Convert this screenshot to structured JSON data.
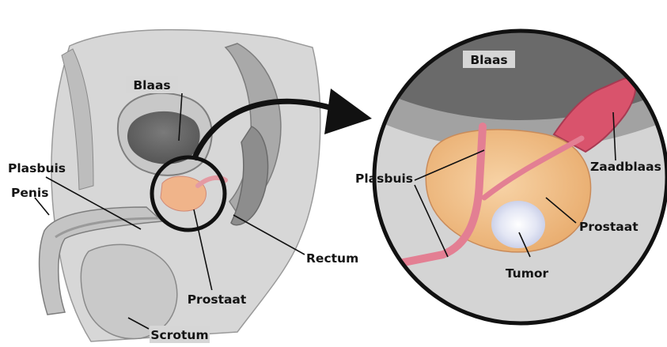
{
  "overview": {
    "labels": {
      "blaas": "Blaas",
      "plasbuis": "Plasbuis",
      "penis": "Penis",
      "rectum": "Rectum",
      "prostaat": "Prostaat",
      "scrotum": "Scrotum"
    }
  },
  "detail": {
    "labels": {
      "blaas": "Blaas",
      "plasbuis": "Plasbuis",
      "zaadblaas": "Zaadblaas",
      "prostaat": "Prostaat",
      "tumor": "Tumor"
    }
  },
  "colors": {
    "prostate": "#f2c08c",
    "prostate_highlight": "#e8a0a0",
    "tumor": "#e8ecf6",
    "tissue_gray": "#b9b9b9",
    "outline": "#111111",
    "label_box": "#d6d6d6"
  }
}
